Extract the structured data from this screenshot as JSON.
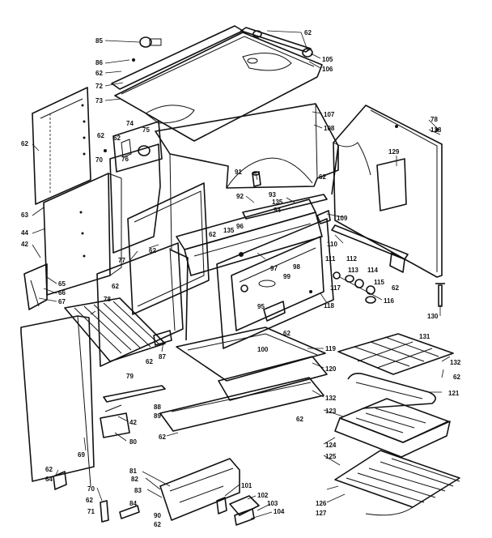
{
  "diagram": {
    "labels": [
      {
        "id": "l62a",
        "text": "62"
      },
      {
        "id": "l85",
        "text": "85"
      },
      {
        "id": "l86",
        "text": "86"
      },
      {
        "id": "l62b",
        "text": "62"
      },
      {
        "id": "l72",
        "text": "72"
      },
      {
        "id": "l73",
        "text": "73"
      },
      {
        "id": "l105",
        "text": "105"
      },
      {
        "id": "l106",
        "text": "106"
      },
      {
        "id": "l107",
        "text": "107"
      },
      {
        "id": "l108",
        "text": "108"
      },
      {
        "id": "l78a",
        "text": "78"
      },
      {
        "id": "l128",
        "text": "128"
      },
      {
        "id": "l129",
        "text": "129"
      },
      {
        "id": "l62c",
        "text": "62"
      },
      {
        "id": "l74",
        "text": "74"
      },
      {
        "id": "l75",
        "text": "75"
      },
      {
        "id": "l62d",
        "text": "62"
      },
      {
        "id": "l70a",
        "text": "70"
      },
      {
        "id": "l62e",
        "text": "62"
      },
      {
        "id": "l76",
        "text": "76"
      },
      {
        "id": "l62f",
        "text": "62"
      },
      {
        "id": "l63",
        "text": "63"
      },
      {
        "id": "l44",
        "text": "44"
      },
      {
        "id": "l42a",
        "text": "42"
      },
      {
        "id": "l91",
        "text": "91"
      },
      {
        "id": "l92",
        "text": "92"
      },
      {
        "id": "l93",
        "text": "93"
      },
      {
        "id": "l135a",
        "text": "135"
      },
      {
        "id": "l94",
        "text": "94"
      },
      {
        "id": "l62g",
        "text": "62"
      },
      {
        "id": "l135b",
        "text": "135"
      },
      {
        "id": "l96",
        "text": "96"
      },
      {
        "id": "l109",
        "text": "109"
      },
      {
        "id": "l110",
        "text": "110"
      },
      {
        "id": "l77",
        "text": "77"
      },
      {
        "id": "l62h",
        "text": "62"
      },
      {
        "id": "l62i",
        "text": "62"
      },
      {
        "id": "l65",
        "text": "65"
      },
      {
        "id": "l66",
        "text": "66"
      },
      {
        "id": "l67",
        "text": "67"
      },
      {
        "id": "l97",
        "text": "97"
      },
      {
        "id": "l98",
        "text": "98"
      },
      {
        "id": "l111",
        "text": "111"
      },
      {
        "id": "l112",
        "text": "112"
      },
      {
        "id": "l113",
        "text": "113"
      },
      {
        "id": "l114",
        "text": "114"
      },
      {
        "id": "l115",
        "text": "115"
      },
      {
        "id": "l62j",
        "text": "62"
      },
      {
        "id": "l130",
        "text": "130"
      },
      {
        "id": "l99",
        "text": "99"
      },
      {
        "id": "l117",
        "text": "117"
      },
      {
        "id": "l116",
        "text": "116"
      },
      {
        "id": "l118",
        "text": "118"
      },
      {
        "id": "l78b",
        "text": "78"
      },
      {
        "id": "l95",
        "text": "95"
      },
      {
        "id": "l62k",
        "text": "62"
      },
      {
        "id": "l87",
        "text": "87"
      },
      {
        "id": "l62l",
        "text": "62"
      },
      {
        "id": "l100",
        "text": "100"
      },
      {
        "id": "l119",
        "text": "119"
      },
      {
        "id": "l131",
        "text": "131"
      },
      {
        "id": "l79",
        "text": "79"
      },
      {
        "id": "l120",
        "text": "120"
      },
      {
        "id": "l132a",
        "text": "132"
      },
      {
        "id": "l62m",
        "text": "62"
      },
      {
        "id": "l121",
        "text": "121"
      },
      {
        "id": "l88",
        "text": "88"
      },
      {
        "id": "l89",
        "text": "89"
      },
      {
        "id": "l132b",
        "text": "132"
      },
      {
        "id": "l123",
        "text": "123"
      },
      {
        "id": "l42b",
        "text": "42"
      },
      {
        "id": "l62n",
        "text": "62"
      },
      {
        "id": "l80",
        "text": "80"
      },
      {
        "id": "l62o",
        "text": "62"
      },
      {
        "id": "l124",
        "text": "124"
      },
      {
        "id": "l125",
        "text": "125"
      },
      {
        "id": "l62p",
        "text": "62"
      },
      {
        "id": "l64",
        "text": "64"
      },
      {
        "id": "l69",
        "text": "69"
      },
      {
        "id": "l81",
        "text": "81"
      },
      {
        "id": "l82",
        "text": "82"
      },
      {
        "id": "l83",
        "text": "83"
      },
      {
        "id": "l70b",
        "text": "70"
      },
      {
        "id": "l62q",
        "text": "62"
      },
      {
        "id": "l71",
        "text": "71"
      },
      {
        "id": "l84",
        "text": "84"
      },
      {
        "id": "l101",
        "text": "101"
      },
      {
        "id": "l102",
        "text": "102"
      },
      {
        "id": "l103",
        "text": "103"
      },
      {
        "id": "l90",
        "text": "90"
      },
      {
        "id": "l62r",
        "text": "62"
      },
      {
        "id": "l104",
        "text": "104"
      },
      {
        "id": "l126",
        "text": "126"
      },
      {
        "id": "l127",
        "text": "127"
      }
    ]
  }
}
